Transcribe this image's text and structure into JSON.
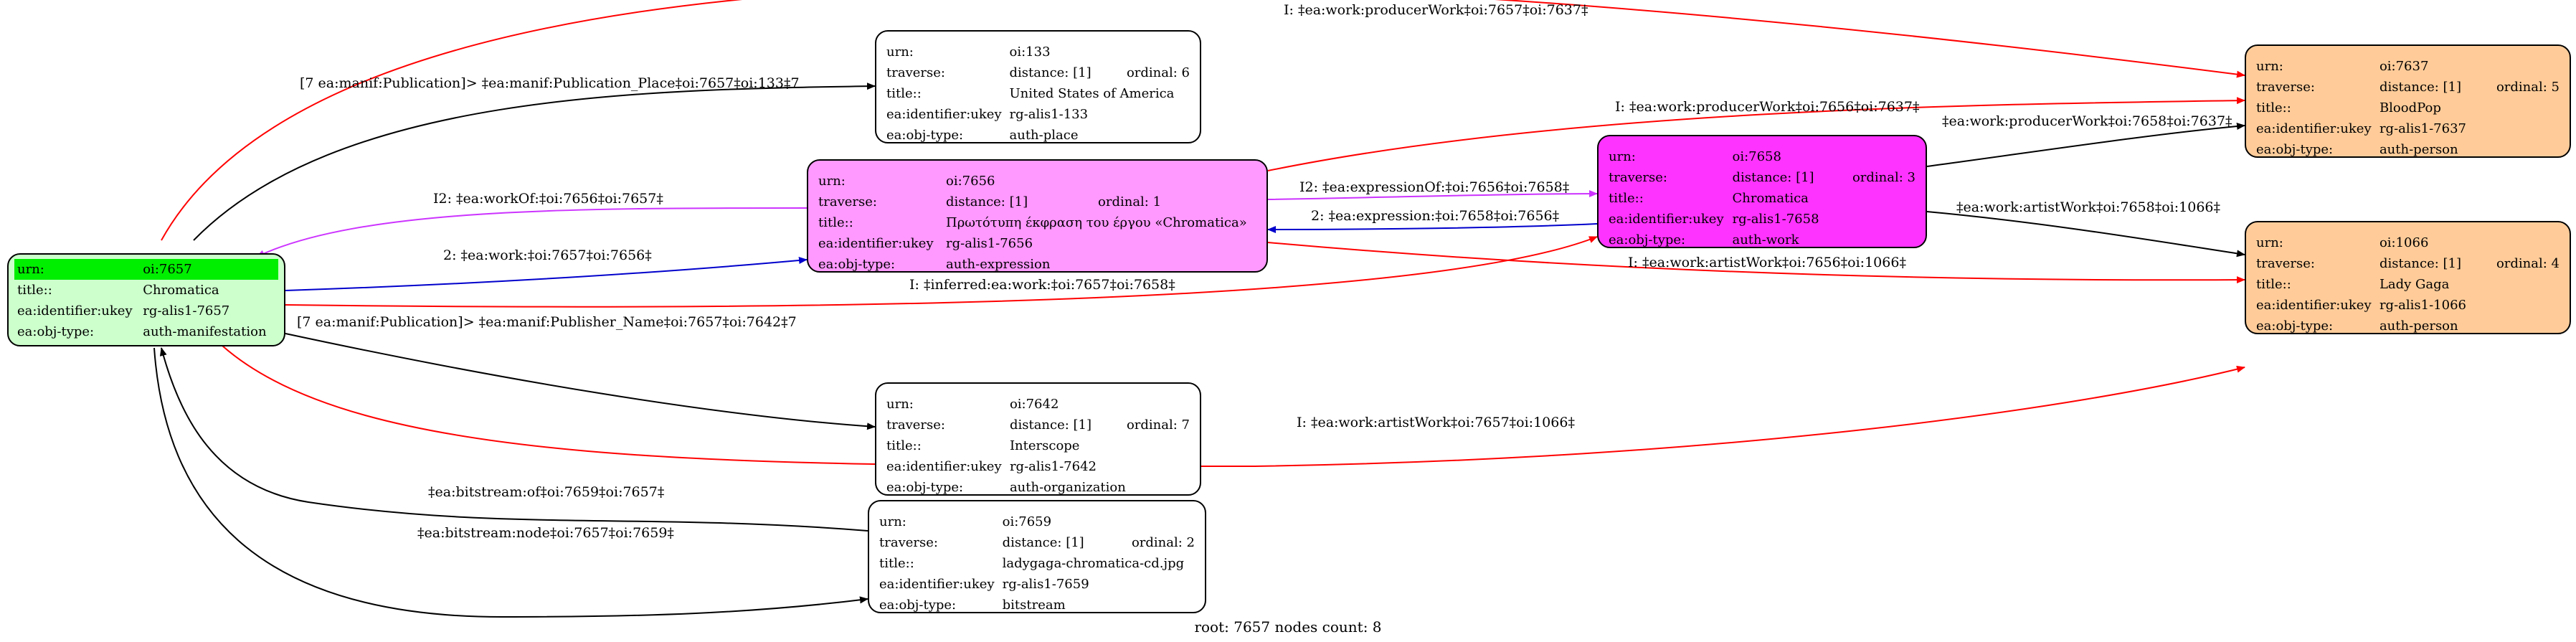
{
  "diagram": {
    "footer": "root: 7657 nodes count: 8",
    "row_keys": {
      "urn": "urn:",
      "traverse": "traverse:",
      "title": "title::",
      "identifier": "ea:identifier:ukey",
      "objtype": "ea:obj-type:"
    },
    "colors": {
      "root_fill": "#ccffcc",
      "root_highlight": "#00ee00",
      "expression_fill": "#ff99ff",
      "work_fill": "#ff33ff",
      "person_fill": "#ffcc99",
      "plain_fill": "#ffffff",
      "edge_black": "#000000",
      "edge_red": "#ff0000",
      "edge_blue": "#0000cc",
      "edge_magenta": "#cc33ff"
    },
    "nodes": {
      "n7657": {
        "urn": "oi:7657",
        "distance": "",
        "ordinal": "",
        "title": "Chromatica",
        "identifier": "rg-alis1-7657",
        "objtype": "auth-manifestation"
      },
      "n133": {
        "urn": "oi:133",
        "distance": "distance: [1]",
        "ordinal": "ordinal: 6",
        "title": "United States of America",
        "identifier": "rg-alis1-133",
        "objtype": "auth-place"
      },
      "n7656": {
        "urn": "oi:7656",
        "distance": "distance: [1]",
        "ordinal": "ordinal: 1",
        "title": "Πρωτότυπη έκφραση του έργου «Chromatica»",
        "identifier": "rg-alis1-7656",
        "objtype": "auth-expression"
      },
      "n7658": {
        "urn": "oi:7658",
        "distance": "distance: [1]",
        "ordinal": "ordinal: 3",
        "title": "Chromatica",
        "identifier": "rg-alis1-7658",
        "objtype": "auth-work"
      },
      "n7637": {
        "urn": "oi:7637",
        "distance": "distance: [1]",
        "ordinal": "ordinal: 5",
        "title": "BloodPop",
        "identifier": "rg-alis1-7637",
        "objtype": "auth-person"
      },
      "n1066": {
        "urn": "oi:1066",
        "distance": "distance: [1]",
        "ordinal": "ordinal: 4",
        "title": "Lady Gaga",
        "identifier": "rg-alis1-1066",
        "objtype": "auth-person"
      },
      "n7642": {
        "urn": "oi:7642",
        "distance": "distance: [1]",
        "ordinal": "ordinal: 7",
        "title": "Interscope",
        "identifier": "rg-alis1-7642",
        "objtype": "auth-organization"
      },
      "n7659": {
        "urn": "oi:7659",
        "distance": "distance: [1]",
        "ordinal": "ordinal: 2",
        "title": "ladygaga-chromatica-cd.jpg",
        "identifier": "rg-alis1-7659",
        "objtype": "bitstream"
      }
    },
    "edges": {
      "e_producer_7657_7637": "I: ‡ea:work:producerWork‡oi:7657‡oi:7637‡",
      "e_pubplace": "[7 ea:manif:Publication]> ‡ea:manif:Publication_Place‡oi:7657‡oi:133‡7",
      "e_producer_7656_7637": "I: ‡ea:work:producerWork‡oi:7656‡oi:7637‡",
      "e_producer_7658_7637": "‡ea:work:producerWork‡oi:7658‡oi:7637‡",
      "e_workof": "I2: ‡ea:workOf:‡oi:7656‡oi:7657‡",
      "e_expressionof": "I2: ‡ea:expressionOf:‡oi:7656‡oi:7658‡",
      "e_expression": "2: ‡ea:expression:‡oi:7658‡oi:7656‡",
      "e_artist_7658_1066": "‡ea:work:artistWork‡oi:7658‡oi:1066‡",
      "e_work": "2: ‡ea:work:‡oi:7657‡oi:7656‡",
      "e_artist_7656_1066": "I: ‡ea:work:artistWork‡oi:7656‡oi:1066‡",
      "e_inferred": "I: ‡inferred:ea:work:‡oi:7657‡oi:7658‡",
      "e_publisher": "[7 ea:manif:Publication]> ‡ea:manif:Publisher_Name‡oi:7657‡oi:7642‡7",
      "e_artist_7657_1066": "I: ‡ea:work:artistWork‡oi:7657‡oi:1066‡",
      "e_bitstream_of": "‡ea:bitstream:of‡oi:7659‡oi:7657‡",
      "e_bitstream_node": "‡ea:bitstream:node‡oi:7657‡oi:7659‡"
    }
  }
}
